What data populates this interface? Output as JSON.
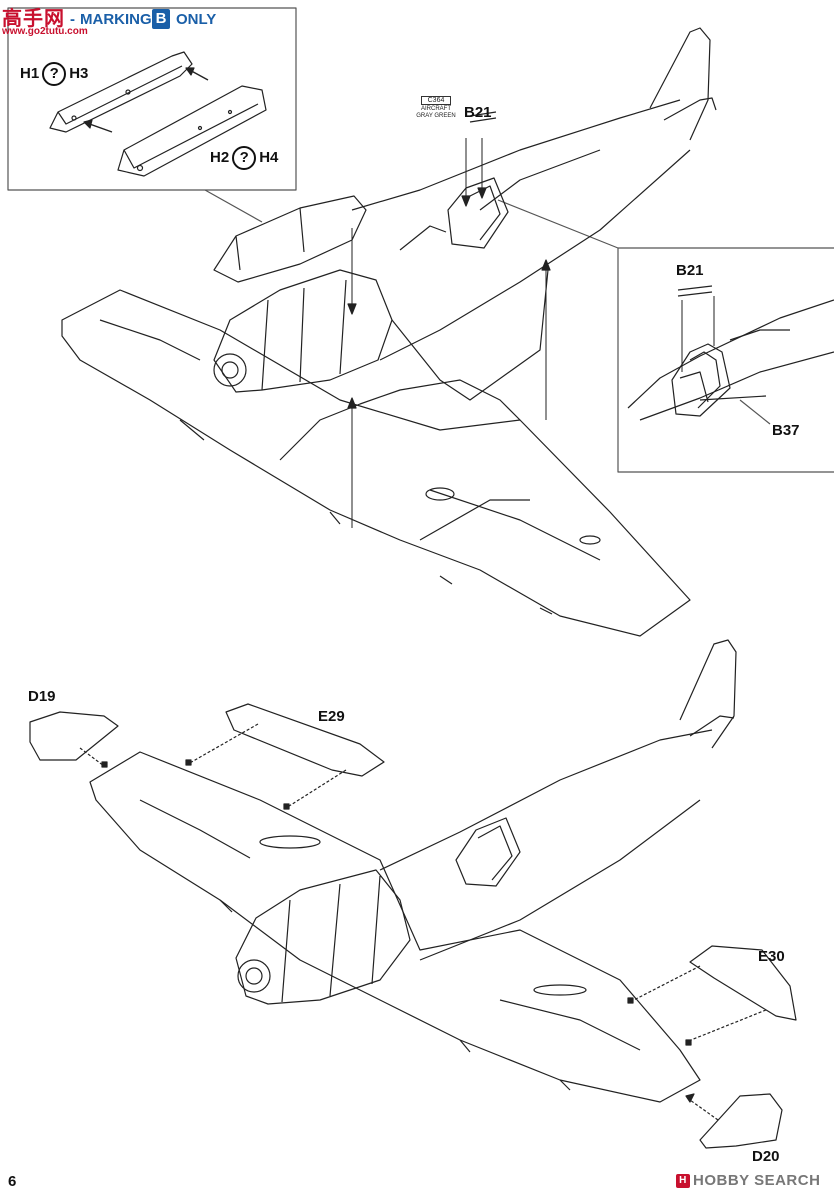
{
  "header": {
    "logo_cn": "高手网",
    "logo_url": "www.go2tutu.com",
    "dash": "-",
    "marking_label": "MARKING",
    "marking_letter": "B",
    "only_label": "ONLY"
  },
  "inset_top_left": {
    "part_a_left": "H1",
    "part_a_right": "H3",
    "part_b_left": "H2",
    "part_b_right": "H4",
    "question_symbol": "?"
  },
  "paint_callout": {
    "code": "C364",
    "line1": "AIRCRAFT",
    "line2": "GRAY GREEN"
  },
  "upper_view": {
    "part_main": "B21"
  },
  "inset_right": {
    "part_rod": "B21",
    "part_aerial": "B37"
  },
  "lower_view": {
    "part_left_tip": "D19",
    "part_left_aileron": "E29",
    "part_right_aileron": "E30",
    "part_right_tip": "D20"
  },
  "footer": {
    "page_number": "6",
    "watermark_icon": "H",
    "watermark": "HOBBY SEARCH"
  }
}
